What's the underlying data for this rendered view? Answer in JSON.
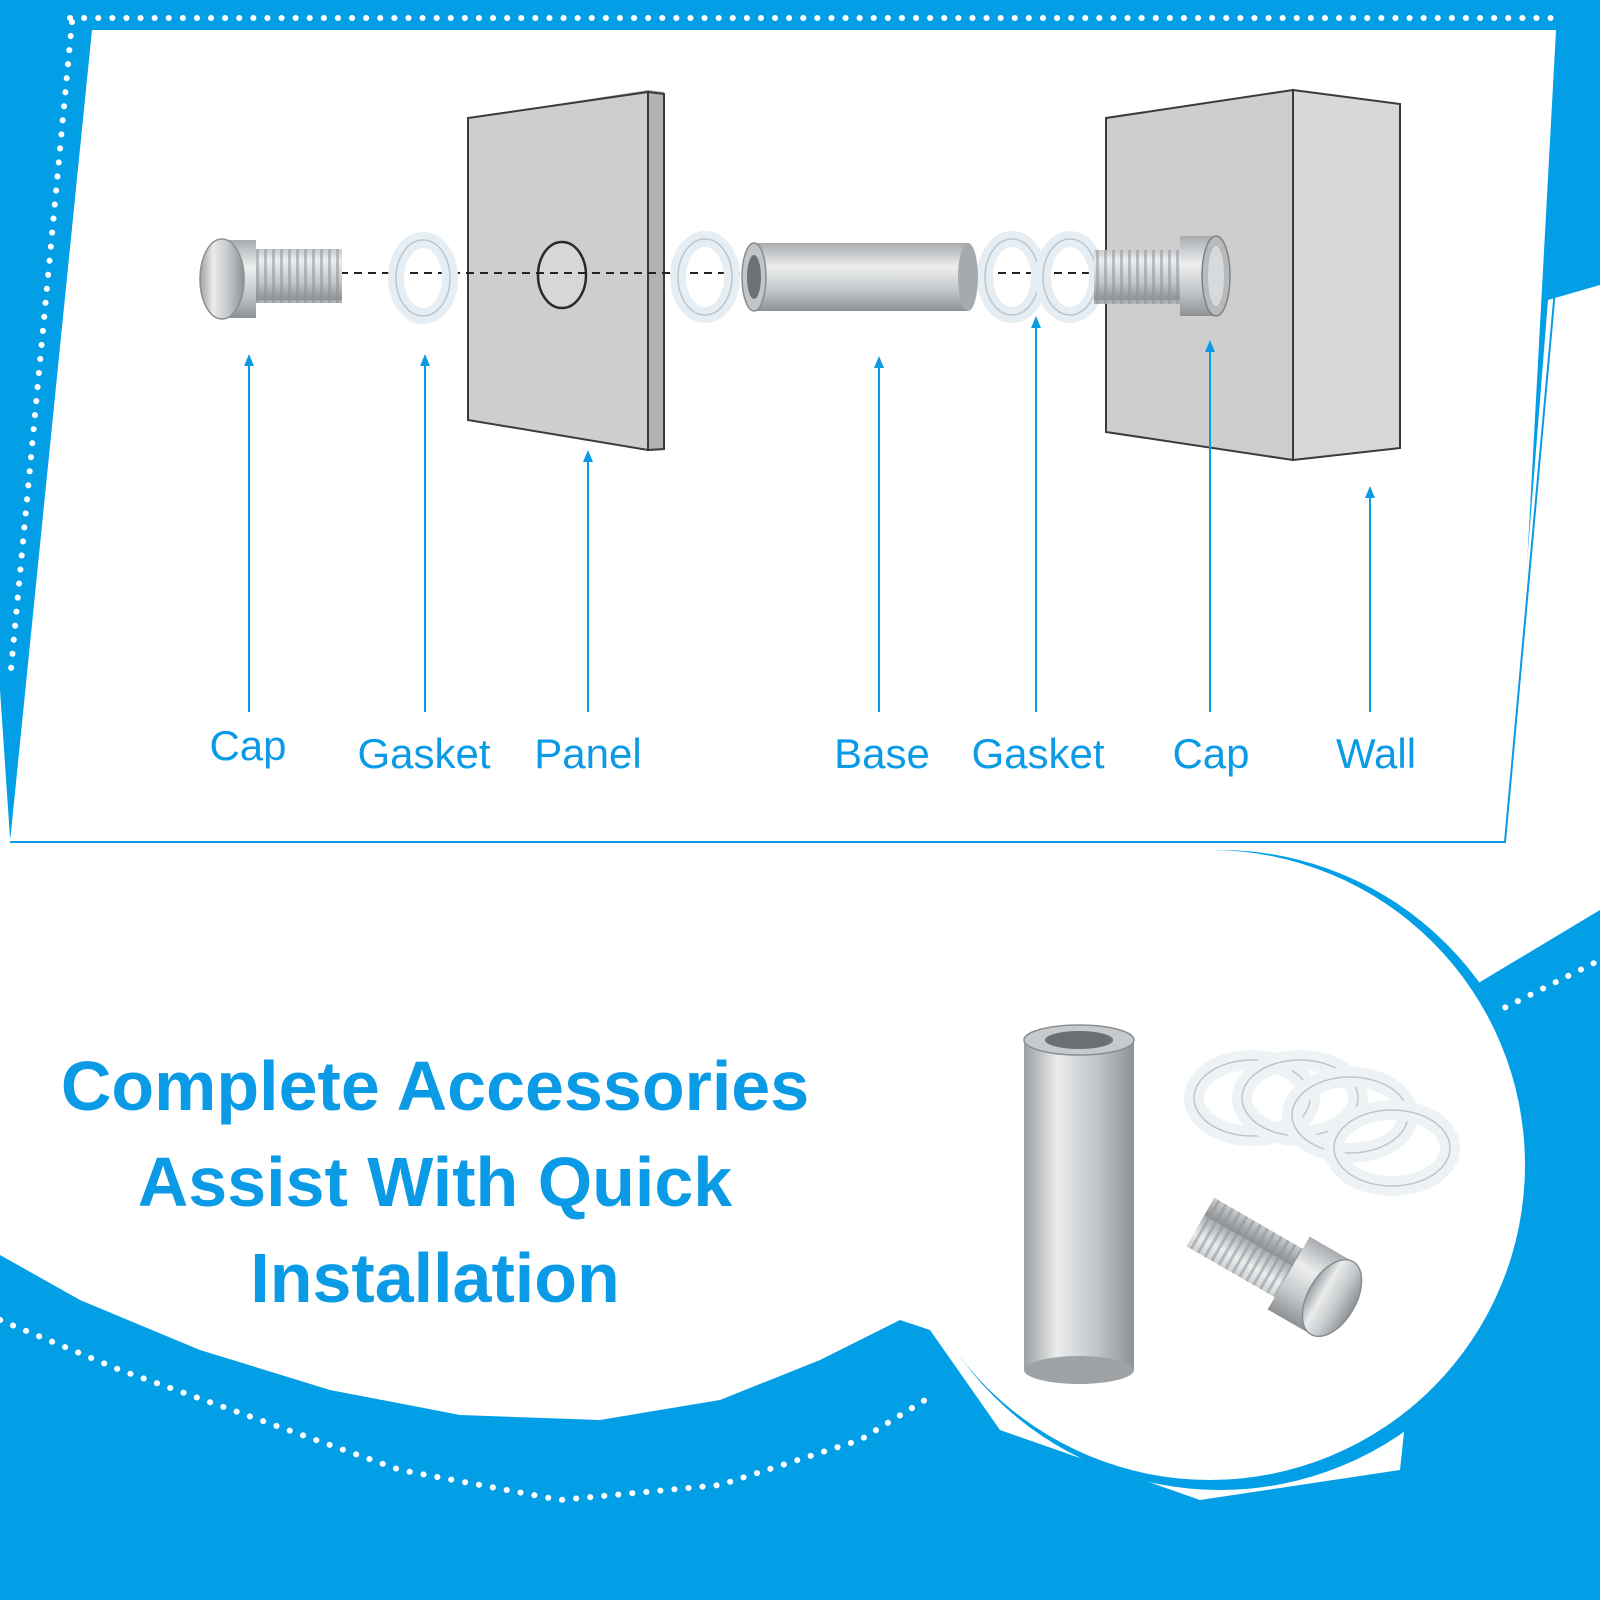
{
  "colors": {
    "accent": "#0b9be6",
    "background_blue": "#039fe6",
    "panel_gray": "#cfcecf",
    "metal": "#c9cbcd",
    "gasket": "#eef3f6"
  },
  "diagram": {
    "labels": {
      "cap_left": "Cap",
      "gasket_left": "Gasket",
      "panel": "Panel",
      "base": "Base",
      "gasket_right": "Gasket",
      "cap_right": "Cap",
      "wall": "Wall"
    }
  },
  "headline": {
    "line1": "Complete Accessories",
    "line2": "Assist With Quick",
    "line3": "Installation"
  },
  "icons": {
    "cap": "cap-screw-icon",
    "gasket": "gasket-ring-icon",
    "base": "standoff-base-icon",
    "panel": "panel-icon",
    "wall": "wall-block-icon"
  }
}
